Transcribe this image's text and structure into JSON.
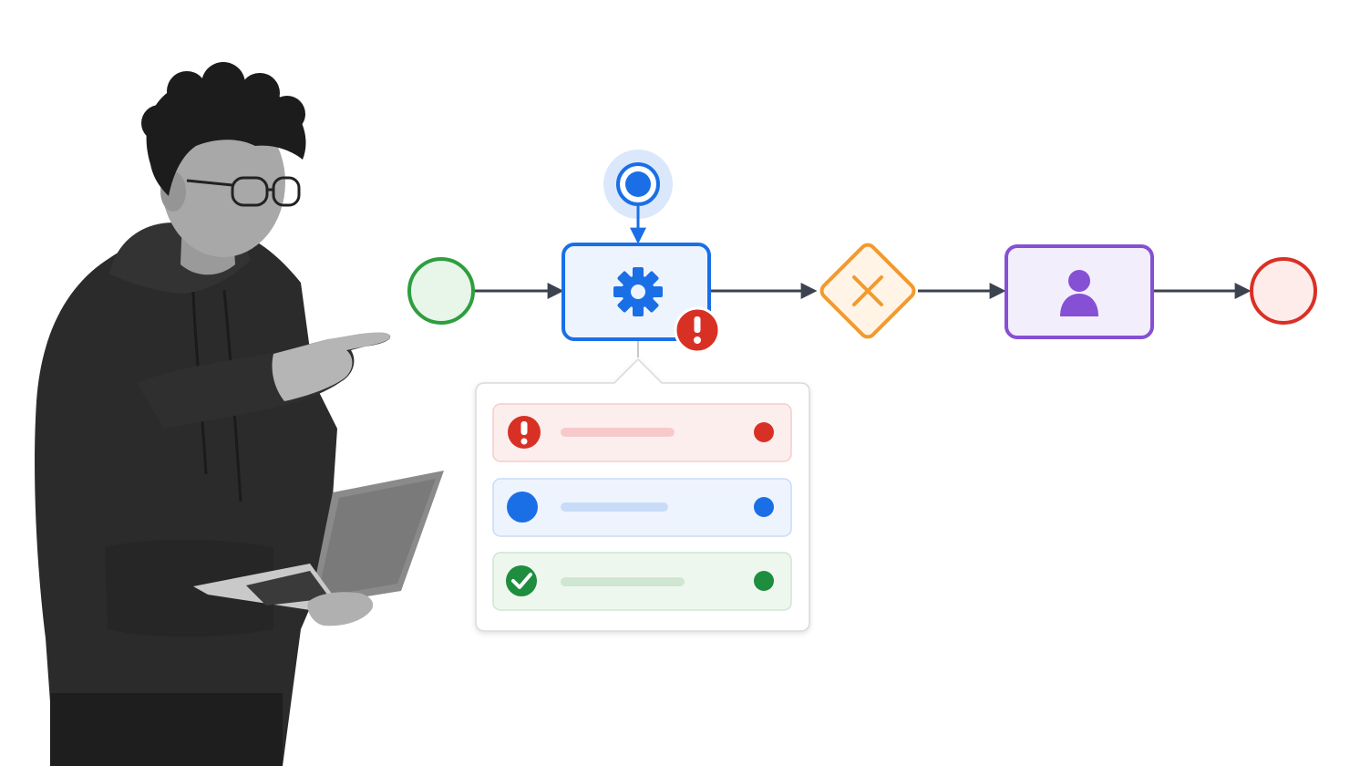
{
  "diagram": {
    "person": {
      "icon": "person-with-laptop-illustration",
      "style": "grayscale photo"
    },
    "flow": {
      "start_event": {
        "icon": "start-event-circle",
        "color": "#2e9e3e",
        "fill": "#e8f5e9"
      },
      "signal_event": {
        "icon": "boundary-signal-event",
        "color": "#1a6fe6",
        "halo": "#dbe8fb"
      },
      "service_task": {
        "icon": "gear-icon",
        "color": "#1a6fe6",
        "fill": "#eef4fe"
      },
      "error_badge": {
        "icon": "exclamation-icon",
        "color": "#d93025"
      },
      "exclusive_gateway": {
        "icon": "x-icon",
        "color": "#f29a2e",
        "fill": "#fff4e6"
      },
      "user_task": {
        "icon": "user-icon",
        "color": "#8550d4",
        "fill": "#f3eefc"
      },
      "end_event": {
        "icon": "end-event-circle",
        "color": "#d93025",
        "fill": "#fdecea"
      },
      "arrow_color": "#3c4350"
    },
    "status_panel": {
      "rows": [
        {
          "status": "error",
          "icon": "exclamation-icon",
          "color": "#d93025",
          "fill": "#fdeeee",
          "border": "#f6cccc",
          "bar": "#f7caca"
        },
        {
          "status": "info",
          "icon": "info-dot-icon",
          "color": "#1a6fe6",
          "fill": "#eef4fe",
          "border": "#c9dbf8",
          "bar": "#c8dcf8"
        },
        {
          "status": "success",
          "icon": "check-icon",
          "color": "#1e8e3e",
          "fill": "#eef7ee",
          "border": "#cfe6d1",
          "bar": "#cfe6d2"
        }
      ]
    }
  }
}
